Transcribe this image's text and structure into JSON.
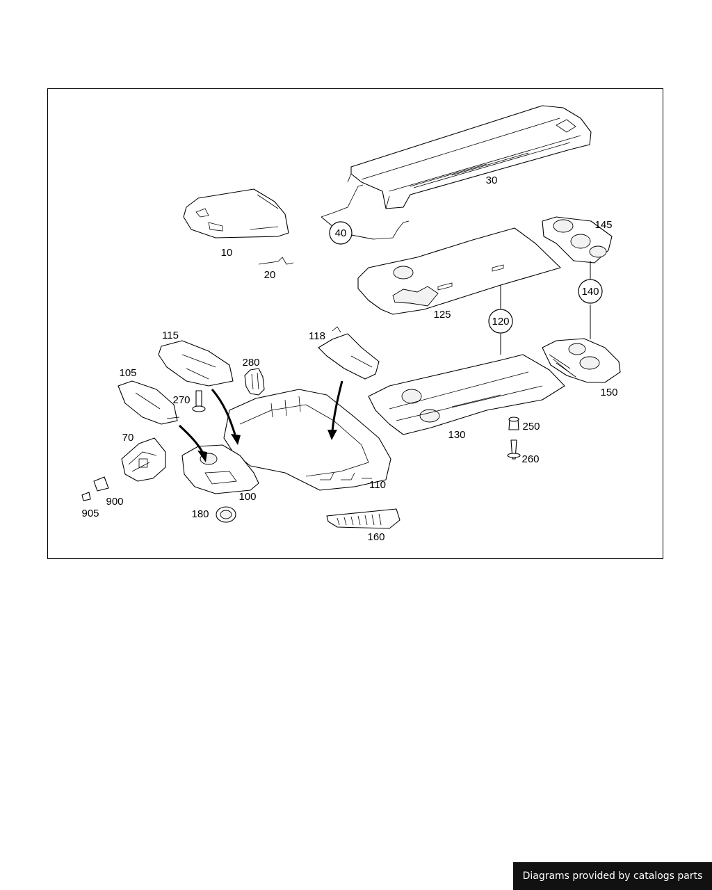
{
  "diagram": {
    "callouts": {
      "p10": "10",
      "p20": "20",
      "p30": "30",
      "p40": "40",
      "p70": "70",
      "p100": "100",
      "p105": "105",
      "p110": "110",
      "p115": "115",
      "p118": "118",
      "p120": "120",
      "p125": "125",
      "p130": "130",
      "p140": "140",
      "p145": "145",
      "p150": "150",
      "p160": "160",
      "p180": "180",
      "p250": "250",
      "p260": "260",
      "p270": "270",
      "p280": "280",
      "p900": "900",
      "p905": "905"
    }
  },
  "footer": {
    "credit": "Diagrams provided by catalogs parts"
  }
}
